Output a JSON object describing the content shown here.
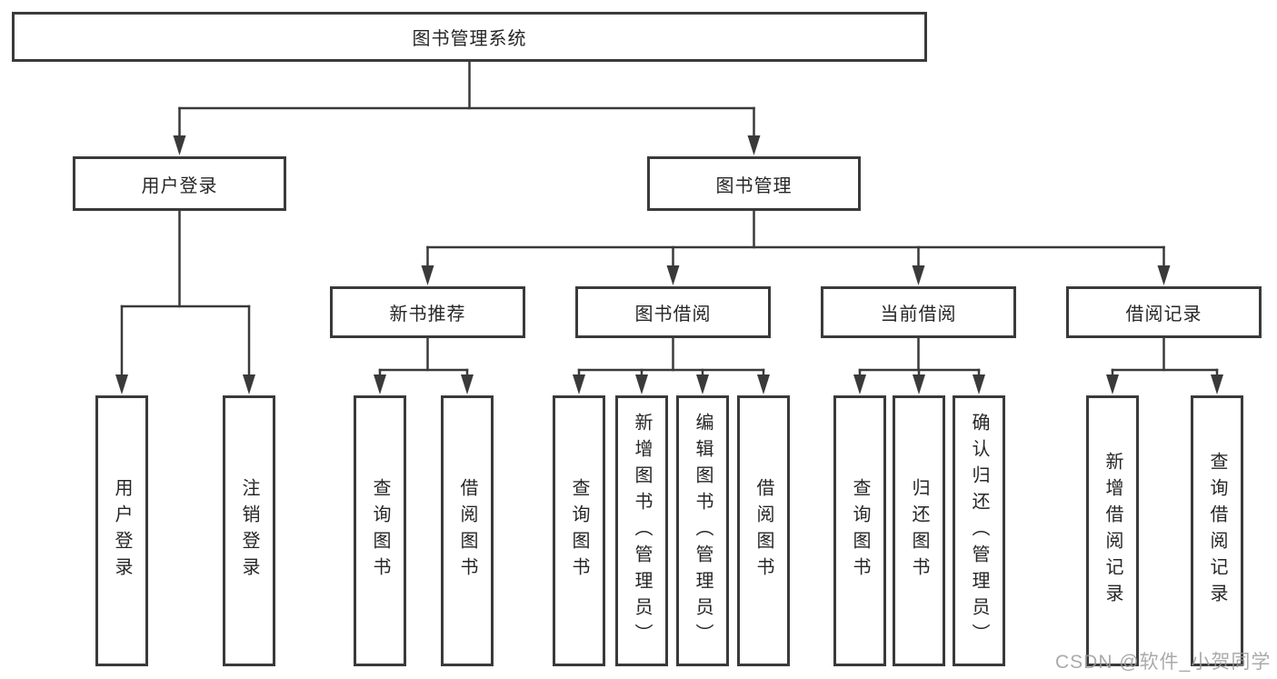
{
  "diagram": {
    "root": {
      "label": "图书管理系统"
    },
    "level2": [
      {
        "label": "用户登录"
      },
      {
        "label": "图书管理"
      }
    ],
    "level3": [
      {
        "label": "新书推荐"
      },
      {
        "label": "图书借阅"
      },
      {
        "label": "当前借阅"
      },
      {
        "label": "借阅记录"
      }
    ],
    "leaves": [
      {
        "label": "用户登录"
      },
      {
        "label": "注销登录"
      },
      {
        "label": "查询图书"
      },
      {
        "label": "借阅图书"
      },
      {
        "label": "查询图书"
      },
      {
        "label": "新增图书（管理员）"
      },
      {
        "label": "编辑图书（管理员）"
      },
      {
        "label": "借阅图书"
      },
      {
        "label": "查询图书"
      },
      {
        "label": "归还图书"
      },
      {
        "label": "确认归还（管理员）"
      },
      {
        "label": "新增借阅记录"
      },
      {
        "label": "查询借阅记录"
      }
    ]
  },
  "watermark": {
    "text": "CSDN @软件_小贺同学"
  },
  "colors": {
    "line": "#3a3a3a",
    "box_border": "#3a3a3a",
    "text": "#262626",
    "watermark": "#9b9b9b",
    "background": "#ffffff"
  }
}
